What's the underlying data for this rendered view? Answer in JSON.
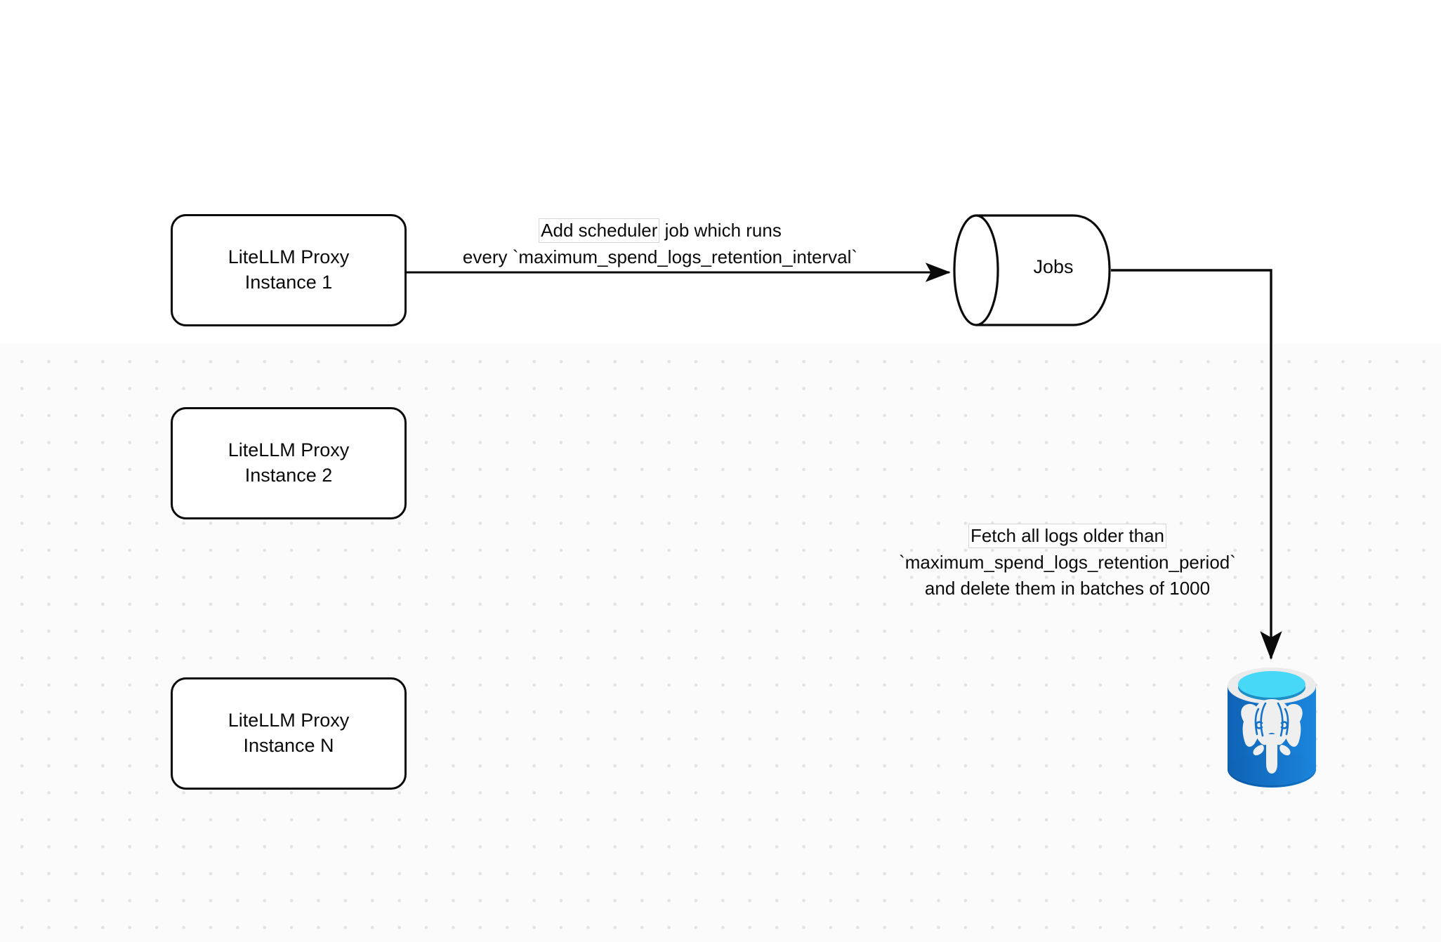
{
  "diagram": {
    "title": "LiteLLM spend-logs retention scheduler flow",
    "background_color": "#ffffff",
    "grid_dot_color": "#e3e3e3",
    "stroke_color": "#0a0a0a"
  },
  "nodes": {
    "instance_1": {
      "line1": "LiteLLM Proxy",
      "line2": "Instance 1",
      "shape": "rounded-rectangle"
    },
    "instance_2": {
      "line1": "LiteLLM Proxy",
      "line2": "Instance 2",
      "shape": "rounded-rectangle"
    },
    "instance_n": {
      "line1": "LiteLLM Proxy",
      "line2": "Instance N",
      "shape": "rounded-rectangle"
    },
    "jobs": {
      "label": "Jobs",
      "shape": "cylinder"
    },
    "database": {
      "icon_name": "postgresql-icon",
      "shape": "database-cylinder",
      "colors": {
        "body_light": "#1b82d9",
        "body_dark": "#0d5fae",
        "rim": "#ebebeb",
        "liquid_top": "#48d8f7",
        "liquid_shadow": "#1a8fc4",
        "elephant": "#efefef"
      }
    }
  },
  "edges": {
    "scheduler": {
      "line1": "Add scheduler job which runs",
      "line1_highlight": "Add scheduler",
      "line1_rest": " job which runs",
      "line2": "every `maximum_spend_logs_retention_interval`",
      "from": "instance_1",
      "to": "jobs",
      "arrow": "solid-triangle"
    },
    "fetch": {
      "line1": "Fetch all logs older than",
      "line2": "`maximum_spend_logs_retention_period`",
      "line3": "and delete them in batches of 1000",
      "from": "jobs",
      "to": "database",
      "arrow": "solid-triangle"
    }
  }
}
